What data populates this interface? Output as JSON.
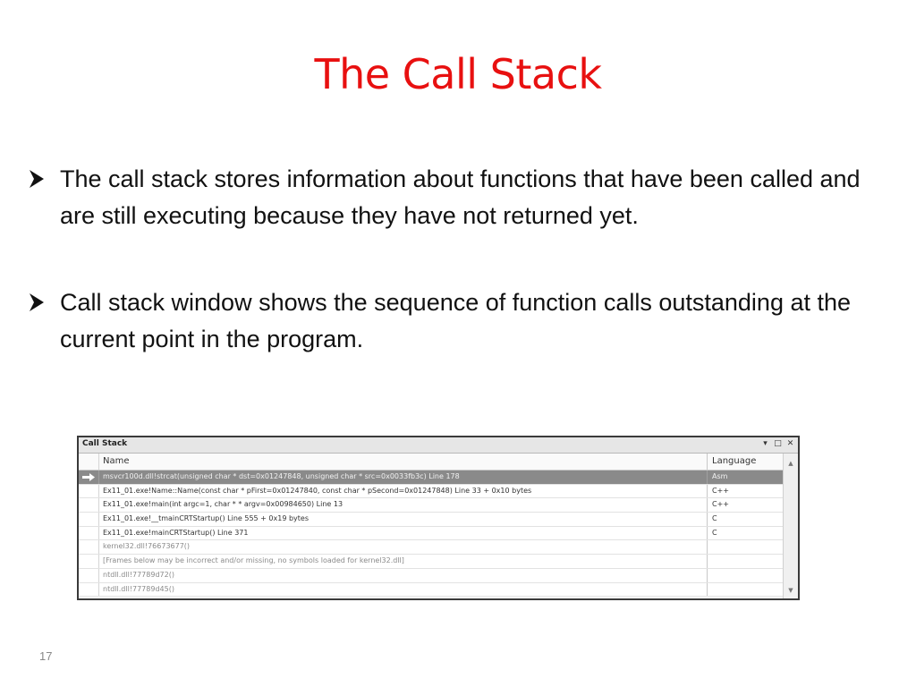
{
  "slide": {
    "title": "The Call Stack",
    "bullets": [
      "The call stack stores information about functions that have been called and are still executing because they have not returned yet.",
      "Call stack window shows the sequence of function calls outstanding at the current point in the program."
    ],
    "bullet_icon": "arrow-bullet-icon",
    "page_number": "17",
    "colors": {
      "title": "#e81010",
      "text": "#111111"
    }
  },
  "call_stack": {
    "title": "Call Stack",
    "controls": {
      "dropdown": "▾",
      "restore": "□",
      "close": "✕"
    },
    "headers": {
      "name": "Name",
      "language": "Language"
    },
    "rows": [
      {
        "name": "msvcr100d.dll!strcat(unsigned char * dst=0x01247848, unsigned char * src=0x0033fb3c)  Line 178",
        "language": "Asm",
        "current": true
      },
      {
        "name": "Ex11_01.exe!Name::Name(const char * pFirst=0x01247840, const char * pSecond=0x01247848)  Line 33 + 0x10 bytes",
        "language": "C++"
      },
      {
        "name": "Ex11_01.exe!main(int argc=1, char * * argv=0x00984650)  Line 13",
        "language": "C++"
      },
      {
        "name": "Ex11_01.exe!__tmainCRTStartup()  Line 555 + 0x19 bytes",
        "language": "C"
      },
      {
        "name": "Ex11_01.exe!mainCRTStartup()  Line 371",
        "language": "C"
      },
      {
        "name": "kernel32.dll!76673677()",
        "language": ""
      },
      {
        "name": "[Frames below may be incorrect and/or missing, no symbols loaded for kernel32.dll]",
        "language": ""
      },
      {
        "name": "ntdll.dll!77789d72()",
        "language": ""
      },
      {
        "name": "ntdll.dll!77789d45()",
        "language": ""
      }
    ],
    "scroll": {
      "up": "▲",
      "down": "▼"
    }
  }
}
